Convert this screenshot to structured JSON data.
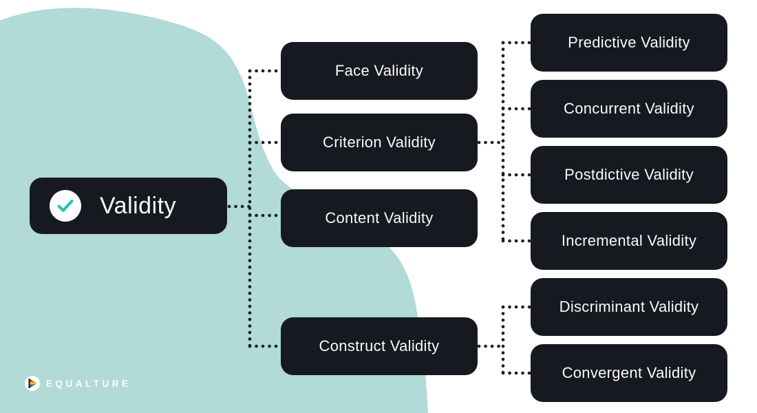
{
  "palette": {
    "background": "#ffffff",
    "blob": "#b2dad6",
    "node_background": "#161a20",
    "node_text": "#f8f9f9",
    "connector": "#1a1e24",
    "check_mark": "#25c3b6",
    "check_circle": "#ffffff"
  },
  "root": {
    "label": "Validity",
    "icon": "check-circle-icon"
  },
  "level1": [
    {
      "id": "face",
      "label": "Face Validity"
    },
    {
      "id": "criterion",
      "label": "Criterion Validity"
    },
    {
      "id": "content",
      "label": "Content Validity"
    },
    {
      "id": "construct",
      "label": "Construct Validity"
    }
  ],
  "level2": [
    {
      "parent": "criterion",
      "label": "Predictive Validity"
    },
    {
      "parent": "criterion",
      "label": "Concurrent Validity"
    },
    {
      "parent": "criterion",
      "label": "Postdictive Validity"
    },
    {
      "parent": "criterion",
      "label": "Incremental Validity"
    },
    {
      "parent": "construct",
      "label": "Discriminant Validity"
    },
    {
      "parent": "construct",
      "label": "Convergent Validity"
    }
  ],
  "logo": {
    "text": "EQUALTURE"
  }
}
